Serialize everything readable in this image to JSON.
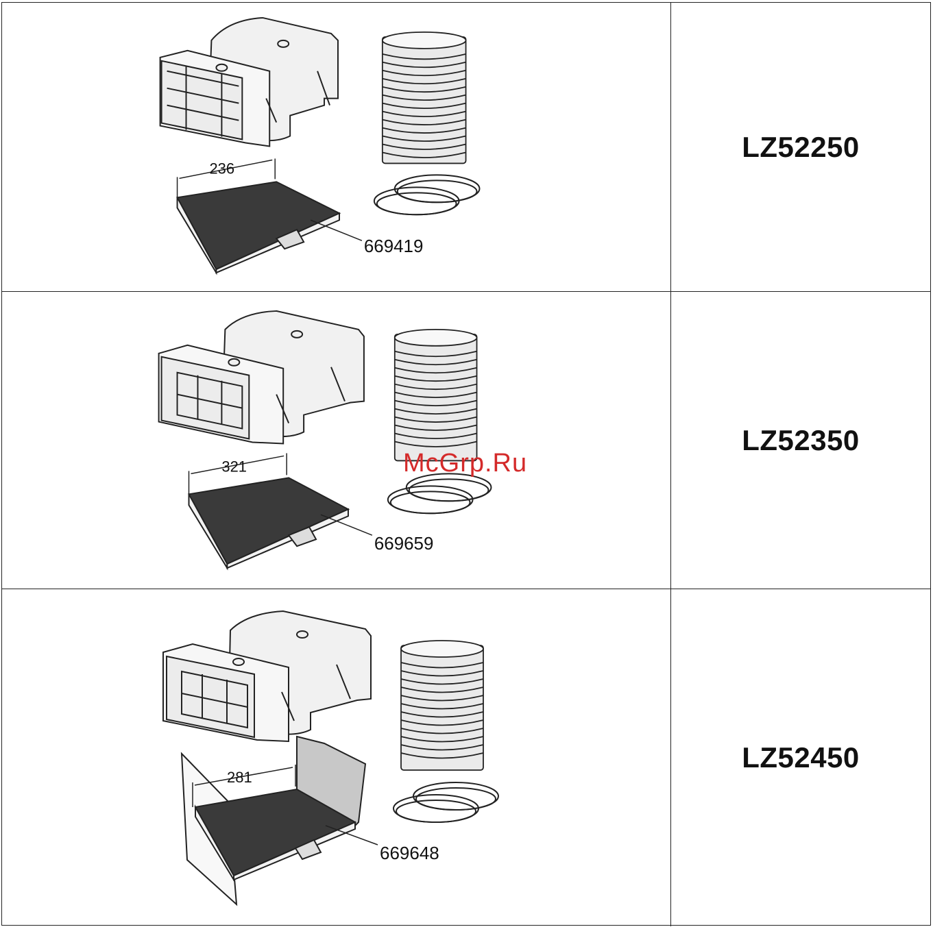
{
  "rows": [
    {
      "model_code": "LZ52250",
      "filter_width": "236",
      "part_number": "669419"
    },
    {
      "model_code": "LZ52350",
      "filter_width": "321",
      "part_number": "669659"
    },
    {
      "model_code": "LZ52450",
      "filter_width": "281",
      "part_number": "669648"
    }
  ],
  "watermark": "McGrp.Ru"
}
